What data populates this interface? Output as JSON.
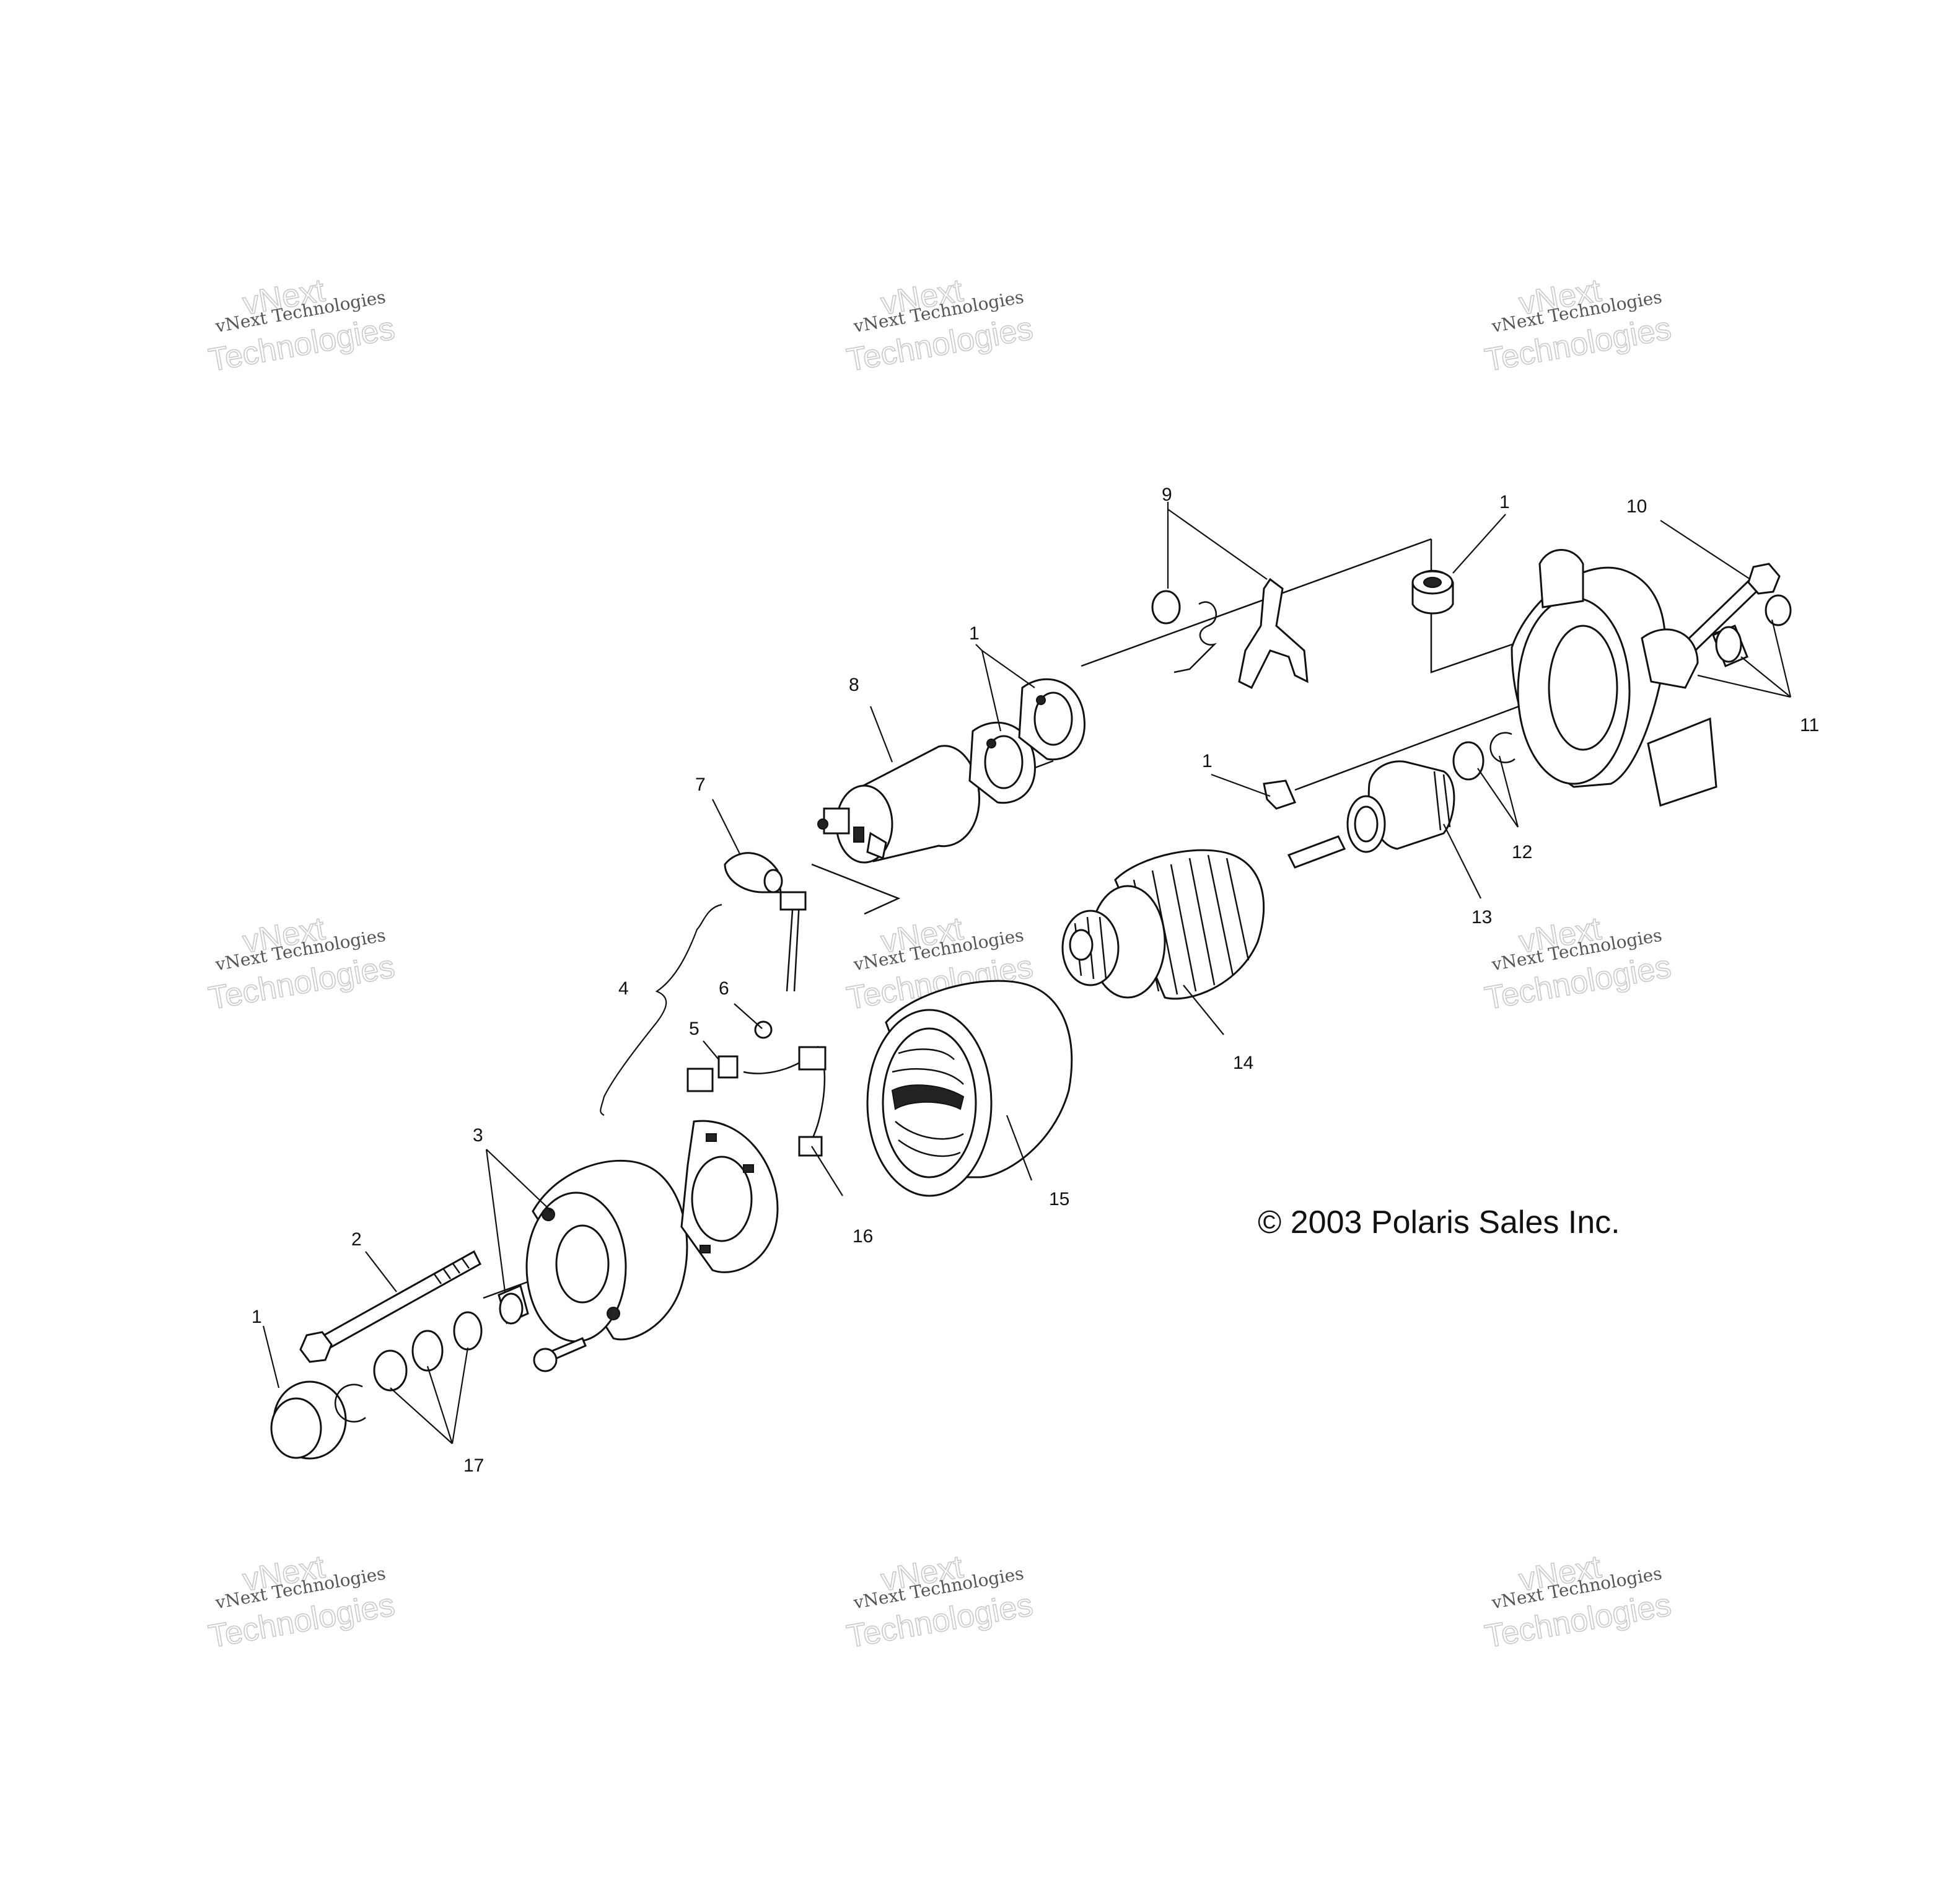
{
  "copyright": "© 2003 Polaris Sales Inc.",
  "watermark": {
    "small_text": "vNext Technologies",
    "big_line1": "vNext",
    "big_line2": "Technologies"
  },
  "callouts": [
    {
      "id": "c9",
      "label": "9"
    },
    {
      "id": "c1-grommet",
      "label": "1"
    },
    {
      "id": "c10",
      "label": "10"
    },
    {
      "id": "c1-gasket",
      "label": "1"
    },
    {
      "id": "c8",
      "label": "8"
    },
    {
      "id": "c7",
      "label": "7"
    },
    {
      "id": "c11",
      "label": "11"
    },
    {
      "id": "c1-plate",
      "label": "1"
    },
    {
      "id": "c12",
      "label": "12"
    },
    {
      "id": "c13",
      "label": "13"
    },
    {
      "id": "c4",
      "label": "4"
    },
    {
      "id": "c6",
      "label": "6"
    },
    {
      "id": "c5",
      "label": "5"
    },
    {
      "id": "c14",
      "label": "14"
    },
    {
      "id": "c3",
      "label": "3"
    },
    {
      "id": "c15",
      "label": "15"
    },
    {
      "id": "c16",
      "label": "16"
    },
    {
      "id": "c2",
      "label": "2"
    },
    {
      "id": "c1-cap",
      "label": "1"
    },
    {
      "id": "c17",
      "label": "17"
    }
  ]
}
